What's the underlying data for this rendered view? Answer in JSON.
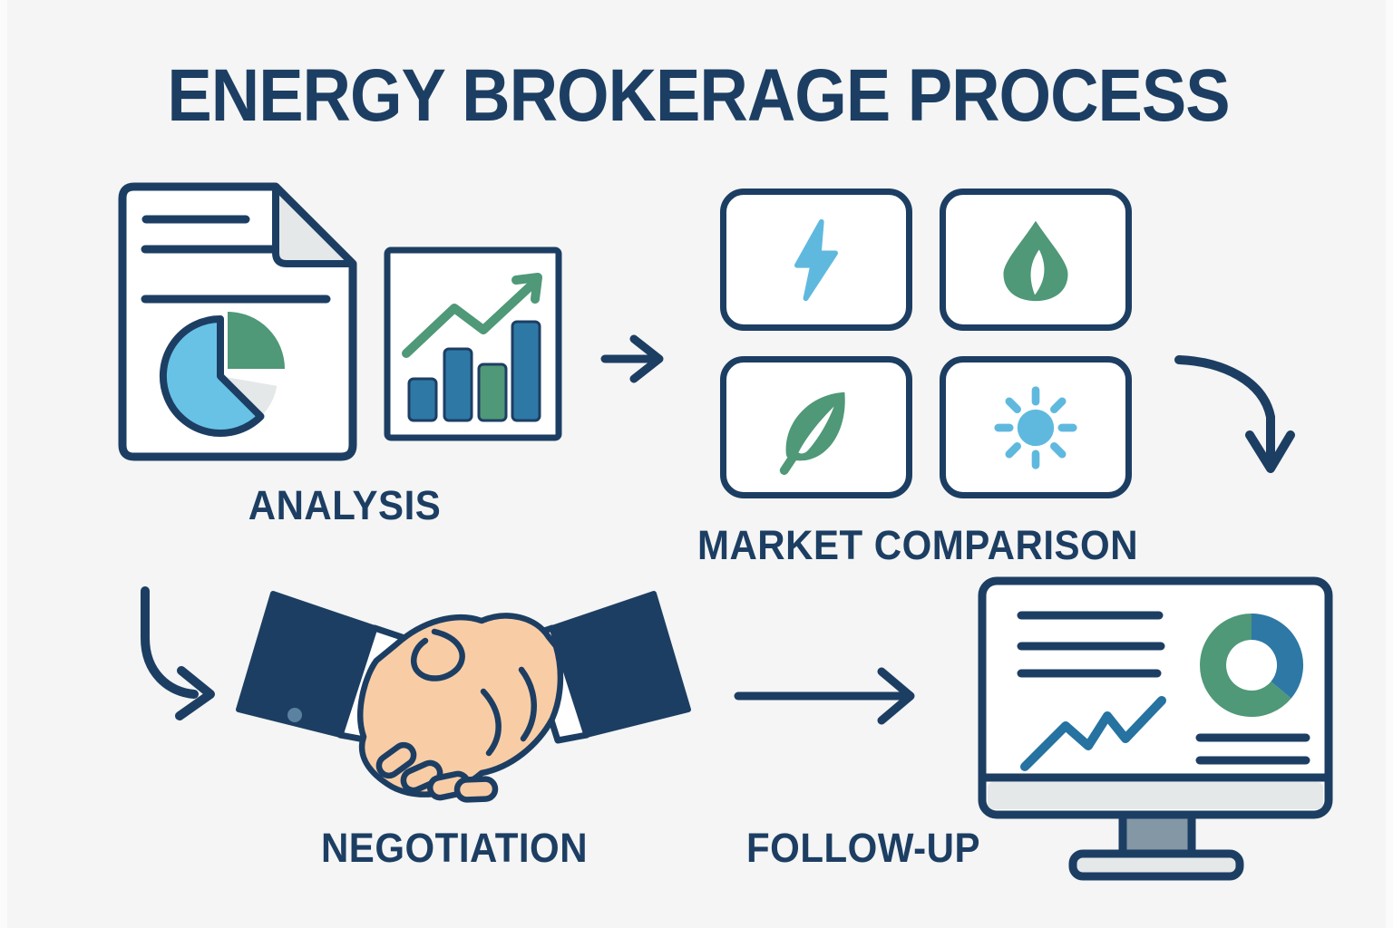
{
  "title": "ENERGY BROKERAGE PROCESS",
  "steps": [
    {
      "id": "analysis",
      "label": "ANALYSIS",
      "icons": [
        "report-document-icon",
        "pie-chart-icon",
        "bar-chart-trend-icon"
      ]
    },
    {
      "id": "market-comparison",
      "label": "MARKET COMPARISON",
      "icons": [
        "lightning-bolt-icon",
        "gas-flame-icon",
        "leaf-icon",
        "sun-icon"
      ]
    },
    {
      "id": "negotiation",
      "label": "NEGOTIATION",
      "icons": [
        "handshake-icon"
      ]
    },
    {
      "id": "follow-up",
      "label": "FOLLOW-UP",
      "icons": [
        "dashboard-monitor-icon"
      ]
    }
  ],
  "connectors": [
    "arrow-right",
    "arrow-curved-down",
    "arrow-curved-right",
    "arrow-long-right"
  ],
  "colors": {
    "navy": "#1d3e63",
    "steel_blue": "#2e78a6",
    "light_blue": "#5fb9de",
    "pie_blue": "#68c2e6",
    "green": "#4f9878",
    "skin": "#f8cda6",
    "light_gray": "#e4e8e9",
    "slate_gray": "#8397a5",
    "background": "#f4f5f4",
    "white": "#ffffff",
    "button_blue": "#5b82a0",
    "zigzag_blue": "#2672a0"
  }
}
